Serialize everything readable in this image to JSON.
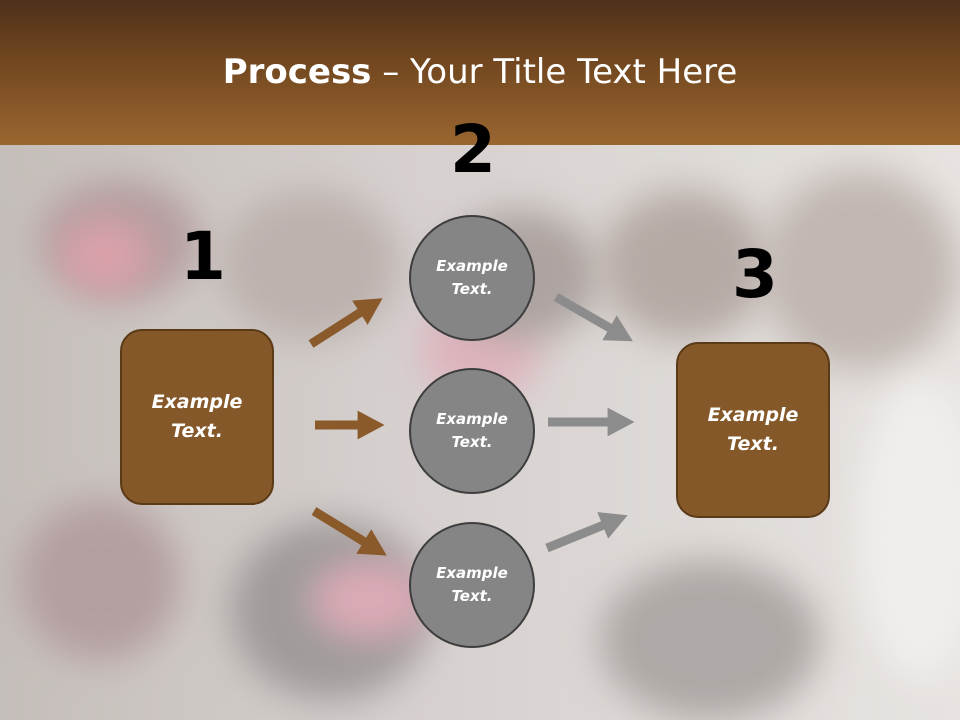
{
  "title": {
    "bold": "Process",
    "rest": " – Your Title Text Here"
  },
  "steps": [
    {
      "number": "1",
      "box_line1": "Example",
      "box_line2": "Text."
    },
    {
      "number": "2",
      "circles": [
        {
          "line1": "Example",
          "line2": "Text."
        },
        {
          "line1": "Example",
          "line2": "Text."
        },
        {
          "line1": "Example",
          "line2": "Text."
        }
      ]
    },
    {
      "number": "3",
      "box_line1": "Example",
      "box_line2": "Text."
    }
  ],
  "colors": {
    "header": "#70461f",
    "box": "#85582a",
    "circle": "#858585",
    "arrow_brown": "#8a5a2b",
    "arrow_gray": "#8c8c8c"
  }
}
